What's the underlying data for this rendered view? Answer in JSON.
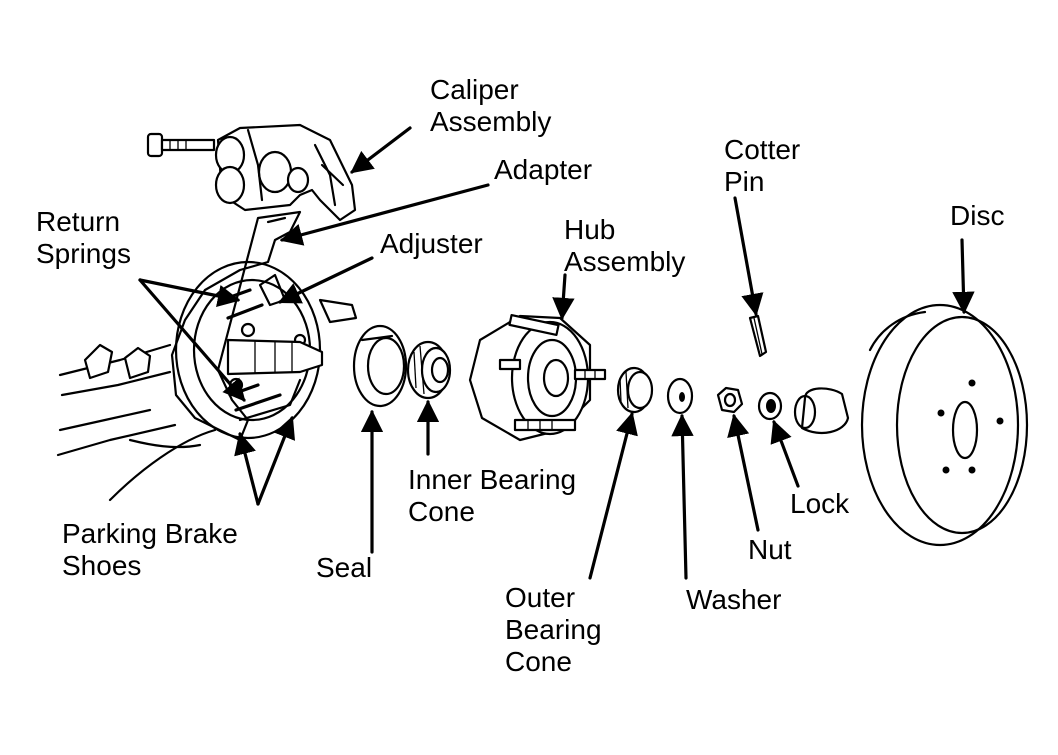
{
  "labels": {
    "caliper_assembly": [
      "Caliper",
      "Assembly"
    ],
    "adapter": "Adapter",
    "cotter_pin": [
      "Cotter",
      "Pin"
    ],
    "disc": "Disc",
    "return_springs": [
      "Return",
      "Springs"
    ],
    "adjuster": "Adjuster",
    "hub_assembly": [
      "Hub",
      "Assembly"
    ],
    "parking_brake_shoes": [
      "Parking Brake",
      "Shoes"
    ],
    "seal": "Seal",
    "inner_bearing_cone": [
      "Inner Bearing",
      "Cone"
    ],
    "outer_bearing_cone": [
      "Outer",
      "Bearing",
      "Cone"
    ],
    "washer": "Washer",
    "nut": "Nut",
    "lock": "Lock"
  }
}
